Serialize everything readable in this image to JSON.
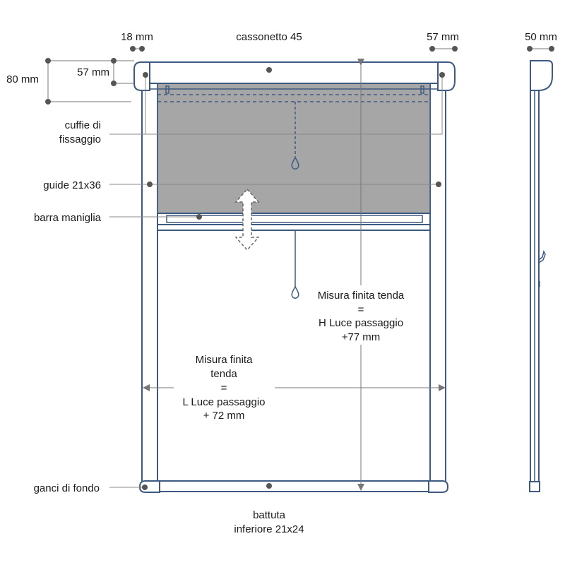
{
  "labels": {
    "dim_18": "18 mm",
    "cassonetto": "cassonetto 45",
    "dim_57_right": "57 mm",
    "dim_50": "50 mm",
    "dim_80": "80 mm",
    "dim_57_left": "57 mm",
    "cuffie_line1": "cuffie di",
    "cuffie_line2": "fissaggio",
    "guide": "guide 21x36",
    "barra": "barra maniglia",
    "ganci": "ganci di fondo",
    "battuta_line1": "battuta",
    "battuta_line2": "inferiore 21x24"
  },
  "height_formula": [
    "Misura finita tenda",
    "=",
    "H Luce passaggio",
    "+77 mm"
  ],
  "width_formula": [
    "Misura finita",
    "tenda",
    "=",
    "L Luce passaggio",
    "+ 72 mm"
  ],
  "colors": {
    "frame": "#3d5a80",
    "mesh": "#a6a6a6",
    "leader": "#888888",
    "text": "#1a1a1a"
  }
}
